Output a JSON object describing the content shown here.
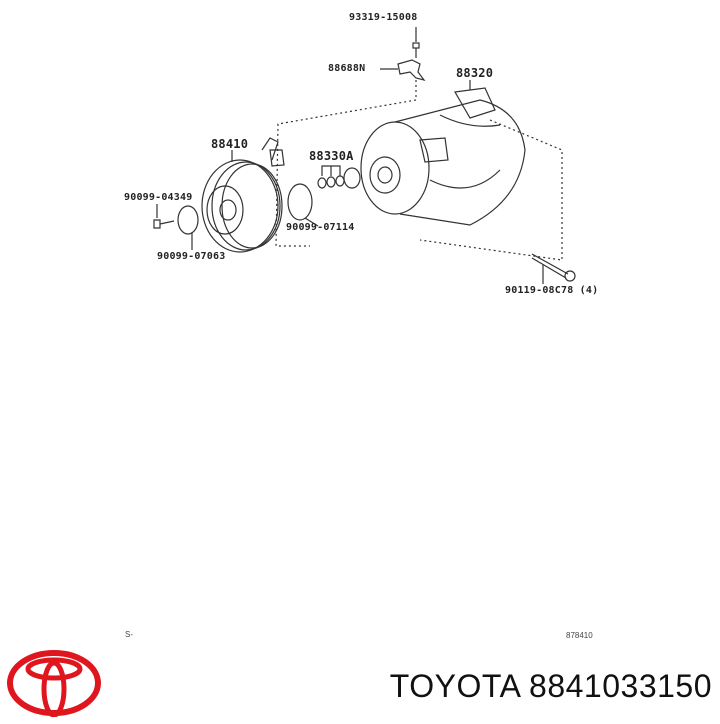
{
  "diagram": {
    "labels": {
      "bolt_top": "93319-15008",
      "bracket": "88688N",
      "compressor": "88320",
      "clutch": "88410",
      "shim_set": "88330A",
      "bolt_clutch": "90099-04349",
      "snap_ring_inner": "90099-07063",
      "snap_ring_outer": "90099-07114",
      "mount_bolt": "90119-08C78 (4)"
    },
    "footer_left_code": "S-",
    "footer_right_code": "878410"
  },
  "brand": {
    "name": "TOYOTA",
    "part_number": "8841033150",
    "title": "TOYOTA 8841033150",
    "logo_color": "#e0161e"
  }
}
